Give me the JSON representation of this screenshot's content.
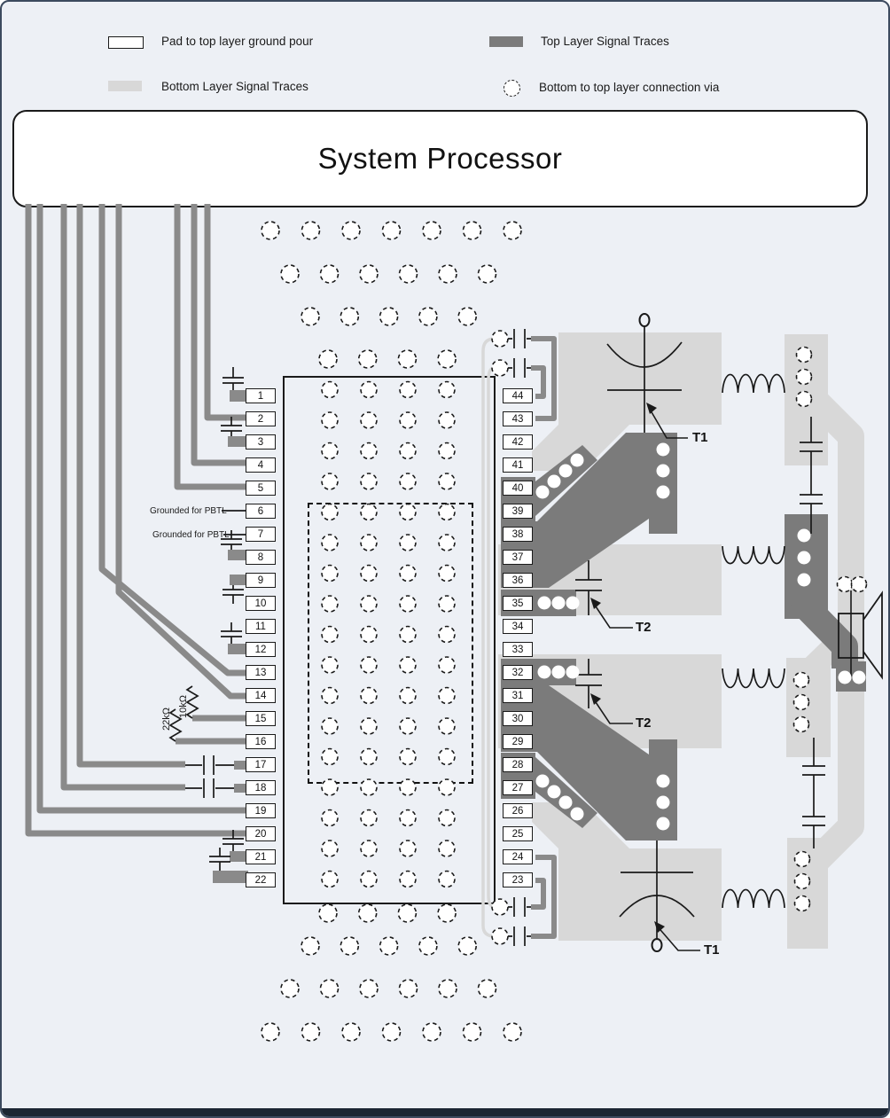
{
  "legend": {
    "items": [
      {
        "label": "Pad to top layer ground pour",
        "type": "pad-outline"
      },
      {
        "label": "Top Layer Signal Traces",
        "type": "top-layer"
      },
      {
        "label": "Bottom Layer Signal Traces",
        "type": "bottom-layer"
      },
      {
        "label": "Bottom to top layer connection via",
        "type": "via"
      }
    ]
  },
  "title": "System Processor",
  "pins": {
    "left": [
      "1",
      "2",
      "3",
      "4",
      "5",
      "6",
      "7",
      "8",
      "9",
      "10",
      "11",
      "12",
      "13",
      "14",
      "15",
      "16",
      "17",
      "18",
      "19",
      "20",
      "21",
      "22"
    ],
    "right": [
      "44",
      "43",
      "42",
      "41",
      "40",
      "39",
      "38",
      "37",
      "36",
      "35",
      "34",
      "33",
      "32",
      "31",
      "30",
      "29",
      "28",
      "27",
      "26",
      "25",
      "24",
      "23"
    ]
  },
  "labels": {
    "grounded_pbtl_1": "Grounded for PBTL",
    "grounded_pbtl_2": "Grounded for PBTL",
    "resistor_10k": "10kΩ",
    "resistor_22k": "22kΩ",
    "t1": "T1",
    "t2": "T2"
  },
  "colors": {
    "top_layer": "#7b7b7b",
    "bottom_layer": "#d8d8d8",
    "trace": "#8a8a8a",
    "background": "#edf0f5",
    "line": "#1a1a1a"
  }
}
